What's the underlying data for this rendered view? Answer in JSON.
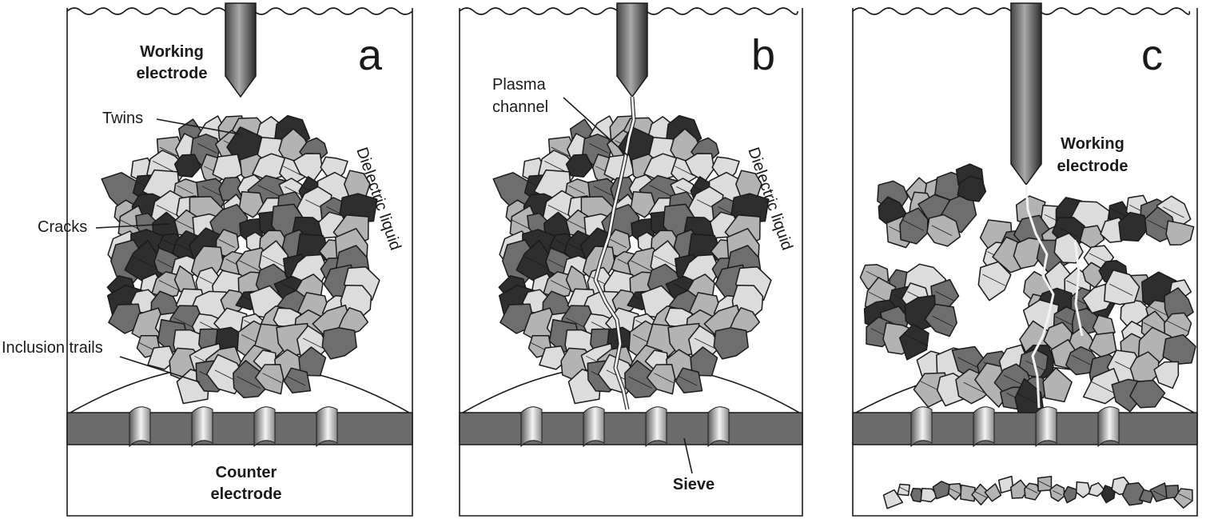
{
  "panels": [
    {
      "letter": "a",
      "labels": {
        "working_electrode": [
          "Working",
          "electrode"
        ],
        "twins": "Twins",
        "cracks": "Cracks",
        "inclusion_trails": "Inclusion trails",
        "dielectric_liquid": "Dielectric liquid",
        "counter_electrode": [
          "Counter",
          "electrode"
        ]
      }
    },
    {
      "letter": "b",
      "labels": {
        "plasma_channel": [
          "Plasma",
          "channel"
        ],
        "dielectric_liquid": "Dielectric liquid",
        "sieve": "Sieve"
      }
    },
    {
      "letter": "c",
      "labels": {
        "working_electrode": [
          "Working",
          "electrode"
        ]
      }
    }
  ],
  "colors": {
    "outline": "#1a1a1a",
    "sieve": "#6b6b6b",
    "grain_dark": "#2e2e2e",
    "grain_mid": "#6e6e6e",
    "grain_light": "#b3b3b3",
    "grain_pale": "#dcdcdc",
    "plasma": "#f2f2f2"
  }
}
